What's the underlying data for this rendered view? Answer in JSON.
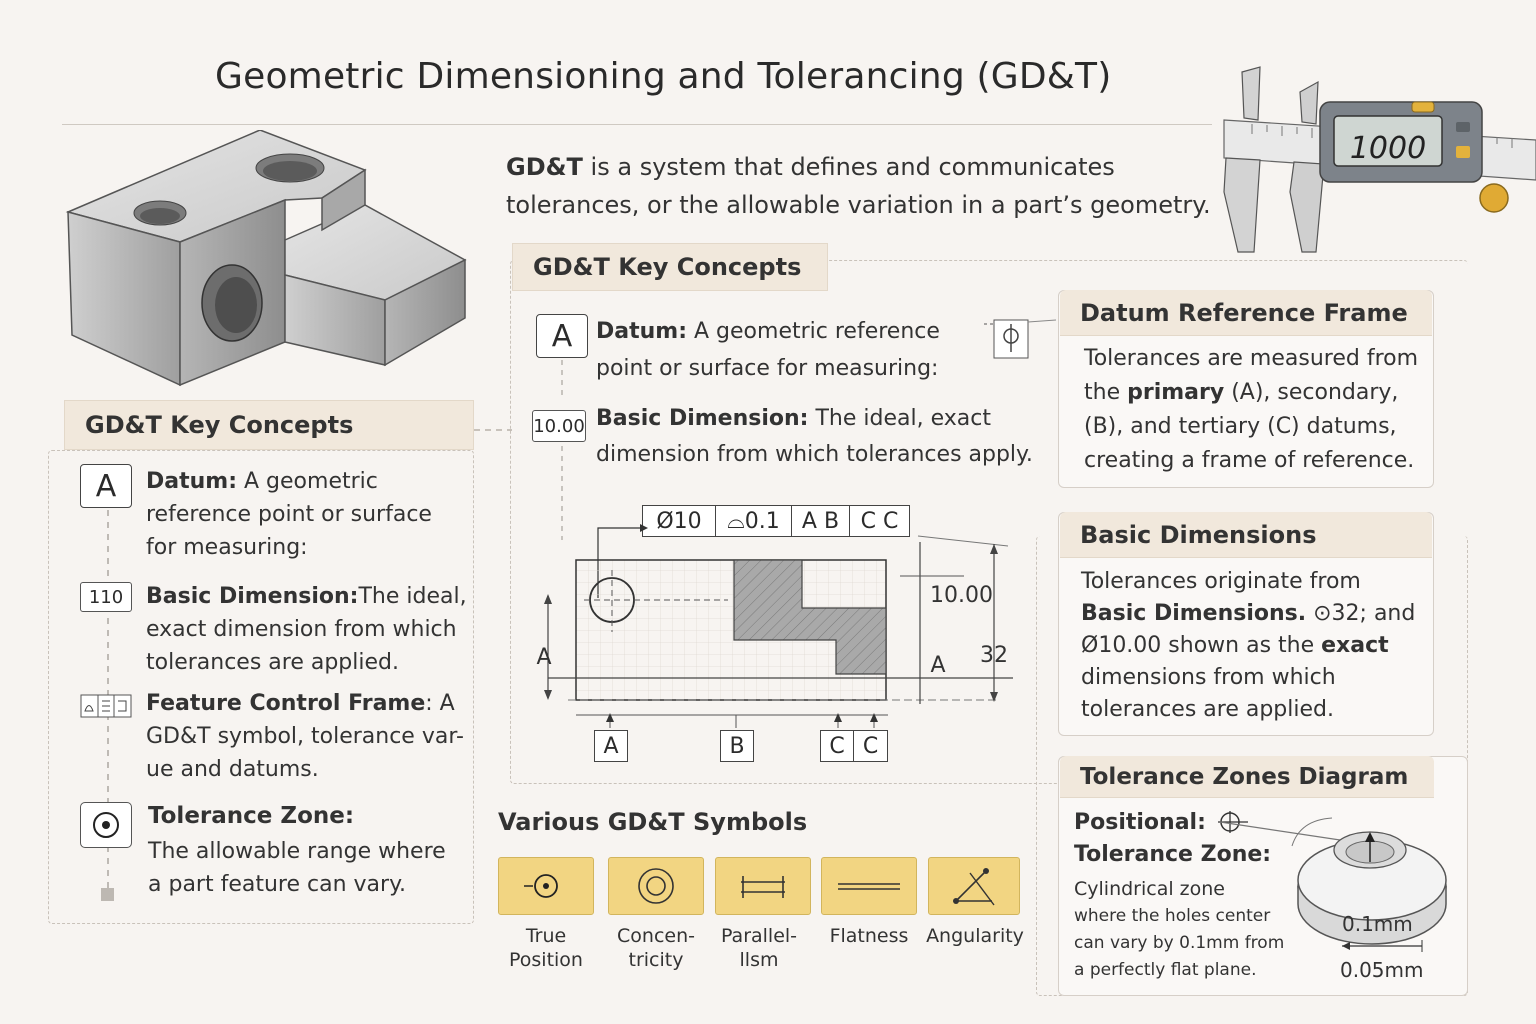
{
  "title": "Geometric Dimensioning and Tolerancing (GD&T)",
  "intro": {
    "lead": "GD&T",
    "line1_rest": " is a system that defines and communicates",
    "line2": "tolerances, or the allowable variation in a part’s geometry."
  },
  "caliper": {
    "display": "1000"
  },
  "left_panel": {
    "heading": "GD&T Key Concepts",
    "items": [
      {
        "badge": "A",
        "title": "Datum:",
        "text1": " A geometric",
        "text2": "reference point or surface",
        "text3": "for measuring:"
      },
      {
        "badge": "110",
        "title": "Basic Dimension:",
        "text1": "The ideal,",
        "text2": "exact dimension from which",
        "text3": "tolerances are applied."
      },
      {
        "title": "Feature Control Frame",
        "text1": ": A",
        "text2": "GD&T symbol, tolerance var-",
        "text3": "ue and datums."
      },
      {
        "title": "Tolerance Zone:",
        "text2": "The allowable range where",
        "text3": "a part feature can vary."
      }
    ]
  },
  "center_panel": {
    "heading": "GD&T Key Concepts",
    "datum": {
      "badge": "A",
      "title": "Datum:",
      "text1": " A geometric reference",
      "text2": "point or surface for measuring:"
    },
    "basic": {
      "badge": "10.00",
      "title": "Basic Dimension:",
      "text1": " The ideal, exact",
      "text2": "dimension from which tolerances apply."
    },
    "fcf": [
      "Ø10",
      "⌓0.1",
      "A B",
      "C C"
    ],
    "drawing_labels": {
      "dim_10": "10.00",
      "dim_32": "32",
      "datum_left": "A",
      "datum_right": "A"
    },
    "datum_tags": [
      "A",
      "B",
      "C",
      "C"
    ]
  },
  "symbols": {
    "heading": "Various GD&T Symbols",
    "items": [
      {
        "icon": "true-position-icon",
        "label1": "True",
        "label2": "Position"
      },
      {
        "icon": "concentricity-icon",
        "label1": "Concen-",
        "label2": "tricity"
      },
      {
        "icon": "parallelism-icon",
        "label1": "Parallel-",
        "label2": "llsm"
      },
      {
        "icon": "flatness-icon",
        "label1": "Flatness",
        "label2": ""
      },
      {
        "icon": "angularity-icon",
        "label1": "Angularity",
        "label2": ""
      }
    ]
  },
  "datum_frame": {
    "heading": "Datum Reference Frame",
    "l1": "Tolerances are measured from",
    "l2a": "the ",
    "l2b": "primary",
    "l2c": " (A), secondary,",
    "l3": "(B), and tertiary (C)  datums,",
    "l4": "creating a frame of reference."
  },
  "basic_dims": {
    "heading": "Basic Dimensions",
    "l1": "Tolerances originate from",
    "l2a": "Basic Dimensions.",
    "l2b": " ⊙32; and",
    "l3a": "Ø10.00 shown as the ",
    "l3b": "exact",
    "l4": "dimensions from which",
    "l5": "tolerances are applied."
  },
  "tolerance_zones": {
    "heading": "Tolerance Zones Diagram",
    "positional": "Positional:",
    "zone_title": "Tolerance Zone:",
    "l1": "Cylindrical zone",
    "l2": "where the holes center",
    "l3": "can vary by 0.1mm from",
    "l4": "a perfectly flat plane.",
    "dim1": "0.1mm",
    "dim2": "0.05mm"
  },
  "colors": {
    "tab": "#f1e8dc",
    "symbol_tile": "#f2d582",
    "background": "#f7f4f1"
  }
}
